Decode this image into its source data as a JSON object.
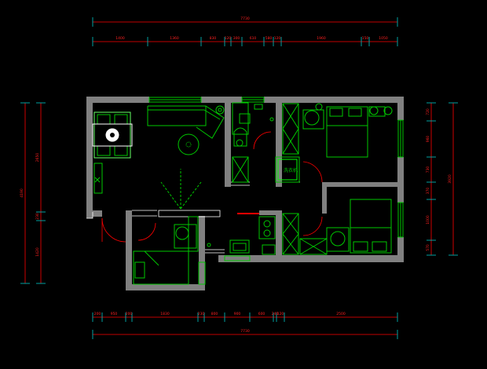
{
  "drawing": {
    "colors": {
      "background": "#000000",
      "wall": "#808080",
      "furniture": "#00c800",
      "furniture_bright": "#00ff00",
      "dimension_line": "#ff0000",
      "dimension_text": "#ff2020",
      "extension_line": "#00c8c8",
      "door_swing": "#ff0000",
      "white": "#ffffff"
    },
    "top_dimensions": {
      "overall": "7730",
      "segments": [
        "1400",
        "1360",
        "830",
        "120",
        "300",
        "610",
        "580",
        "120",
        "1960",
        "150",
        "1050"
      ]
    },
    "bottom_dimensions": {
      "overall": "7730",
      "segments": [
        "200",
        "950",
        "200",
        "1830",
        "230",
        "800",
        "900",
        "600",
        "240",
        "120",
        "2500"
      ]
    },
    "left_dimensions": {
      "overall": "4190",
      "segments": [
        "2650",
        "230",
        "1420"
      ]
    },
    "right_dimensions": {
      "overall": "3920",
      "segments": [
        "720",
        "960",
        "730",
        "370",
        "1000",
        "570"
      ]
    },
    "room_labels": {
      "washer": "洗衣机"
    }
  }
}
